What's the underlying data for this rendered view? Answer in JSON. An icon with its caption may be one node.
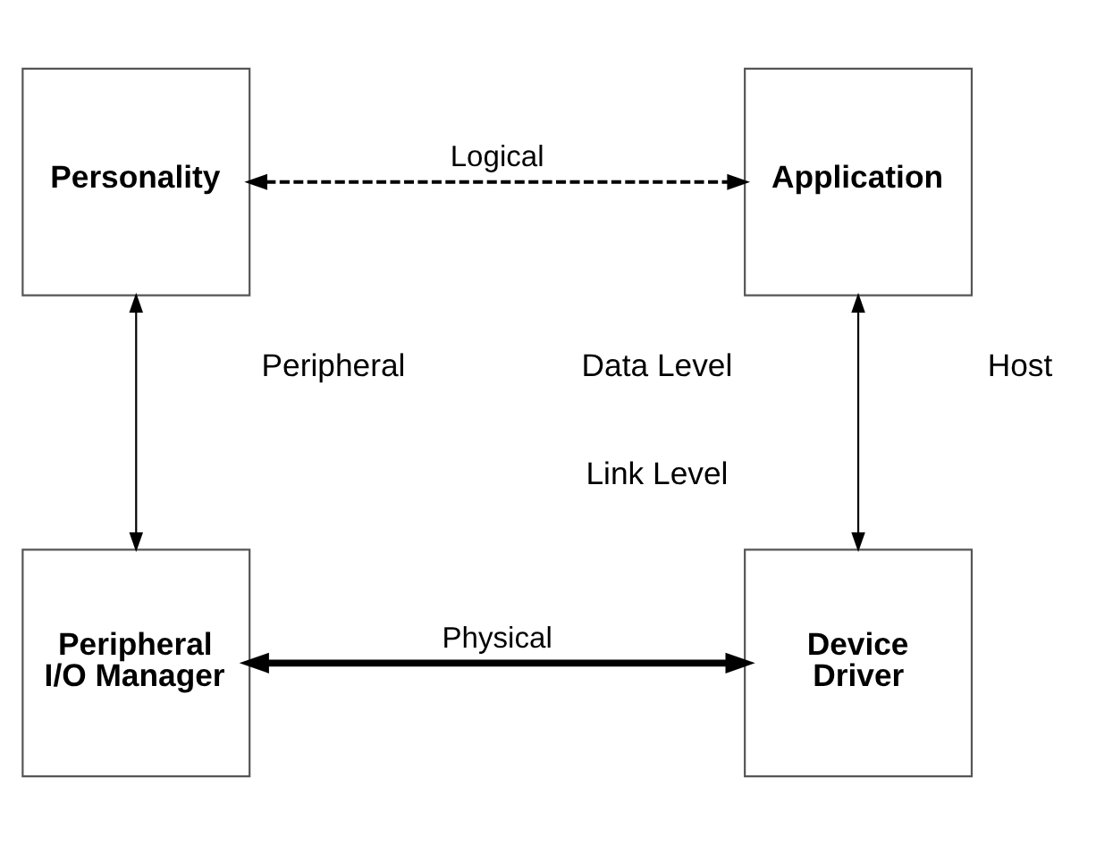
{
  "diagram": {
    "nodes": [
      {
        "text": [
          "Personality"
        ]
      },
      {
        "text": [
          "Application"
        ]
      },
      {
        "text": [
          "Peripheral I/O Manager"
        ]
      },
      {
        "text": [
          "Device Driver"
        ]
      }
    ],
    "edges": [
      {
        "from": 0,
        "to": 1,
        "arrow": "both",
        "style": "dashed",
        "label": "Logical"
      },
      {
        "from": 0,
        "to": 2,
        "arrow": "both"
      },
      {
        "from": 1,
        "to": 3,
        "arrow": "both"
      },
      {
        "from": 2,
        "to": 3,
        "arrow": "both",
        "style": "thick",
        "label": "Physical"
      }
    ],
    "labels": [
      "Data Level",
      "Peripheral",
      "Host",
      "Link Level"
    ]
  }
}
